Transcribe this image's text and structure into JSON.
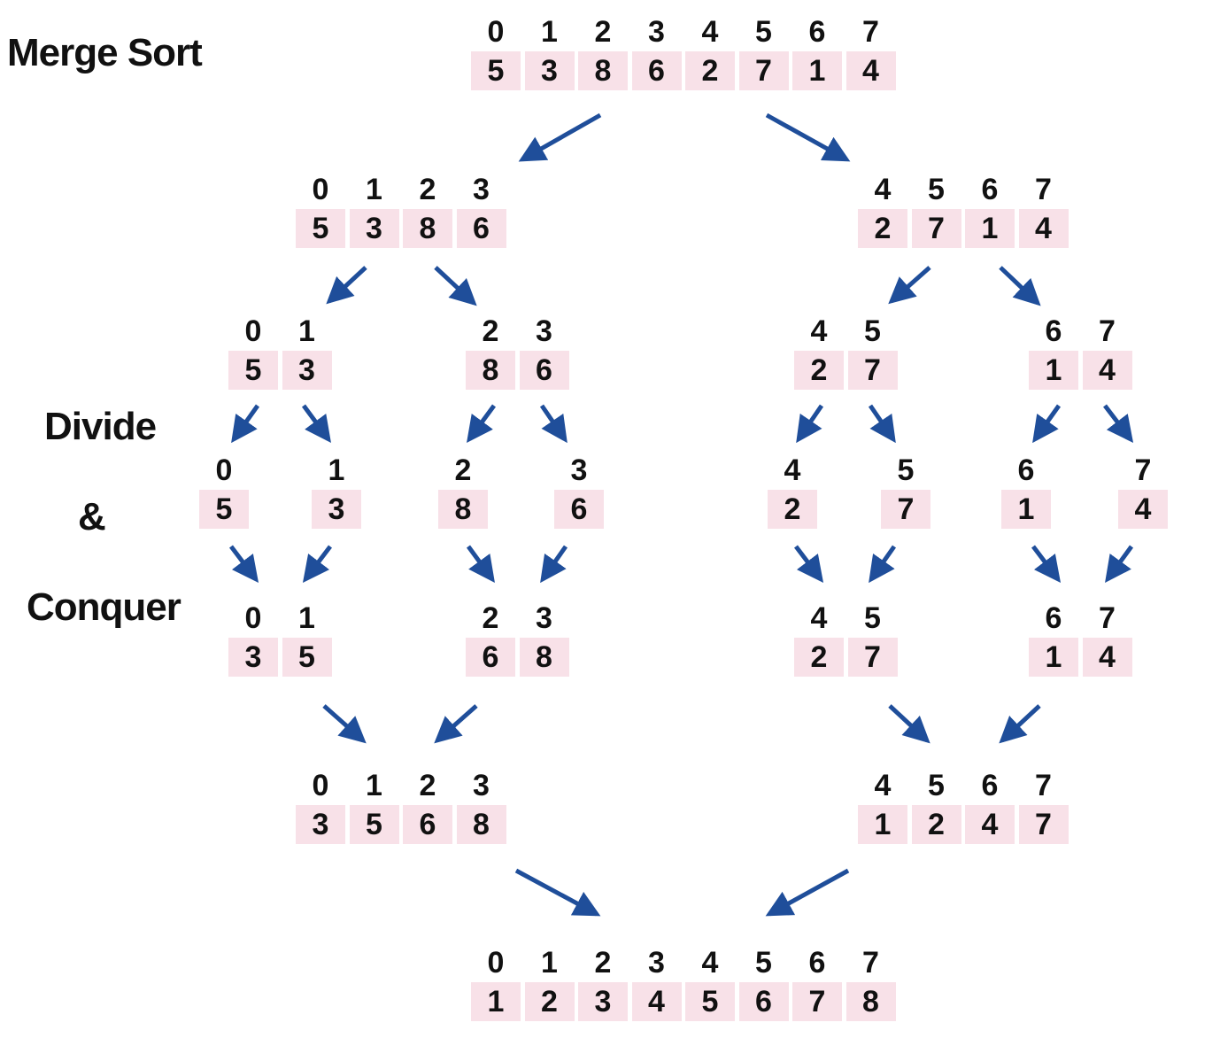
{
  "title": "Merge Sort",
  "side_label": [
    "Divide",
    "&",
    "Conquer"
  ],
  "arrow_color": "#1f4e9a",
  "cell_color": "#f8e1e8",
  "arrays": [
    {
      "id": "root",
      "indices": [
        "0",
        "1",
        "2",
        "3",
        "4",
        "5",
        "6",
        "7"
      ],
      "values": [
        "5",
        "3",
        "8",
        "6",
        "2",
        "7",
        "1",
        "4"
      ]
    },
    {
      "id": "split-left",
      "indices": [
        "0",
        "1",
        "2",
        "3"
      ],
      "values": [
        "5",
        "3",
        "8",
        "6"
      ]
    },
    {
      "id": "split-right",
      "indices": [
        "4",
        "5",
        "6",
        "7"
      ],
      "values": [
        "2",
        "7",
        "1",
        "4"
      ]
    },
    {
      "id": "split-01",
      "indices": [
        "0",
        "1"
      ],
      "values": [
        "5",
        "3"
      ]
    },
    {
      "id": "split-23",
      "indices": [
        "2",
        "3"
      ],
      "values": [
        "8",
        "6"
      ]
    },
    {
      "id": "split-45",
      "indices": [
        "4",
        "5"
      ],
      "values": [
        "2",
        "7"
      ]
    },
    {
      "id": "split-67",
      "indices": [
        "6",
        "7"
      ],
      "values": [
        "1",
        "4"
      ]
    },
    {
      "id": "leaf-0",
      "indices": [
        "0"
      ],
      "values": [
        "5"
      ]
    },
    {
      "id": "leaf-1",
      "indices": [
        "1"
      ],
      "values": [
        "3"
      ]
    },
    {
      "id": "leaf-2",
      "indices": [
        "2"
      ],
      "values": [
        "8"
      ]
    },
    {
      "id": "leaf-3",
      "indices": [
        "3"
      ],
      "values": [
        "6"
      ]
    },
    {
      "id": "leaf-4",
      "indices": [
        "4"
      ],
      "values": [
        "2"
      ]
    },
    {
      "id": "leaf-5",
      "indices": [
        "5"
      ],
      "values": [
        "7"
      ]
    },
    {
      "id": "leaf-6",
      "indices": [
        "6"
      ],
      "values": [
        "1"
      ]
    },
    {
      "id": "leaf-7",
      "indices": [
        "7"
      ],
      "values": [
        "4"
      ]
    },
    {
      "id": "merged-01",
      "indices": [
        "0",
        "1"
      ],
      "values": [
        "3",
        "5"
      ]
    },
    {
      "id": "merged-23",
      "indices": [
        "2",
        "3"
      ],
      "values": [
        "6",
        "8"
      ]
    },
    {
      "id": "merged-45",
      "indices": [
        "4",
        "5"
      ],
      "values": [
        "2",
        "7"
      ]
    },
    {
      "id": "merged-67",
      "indices": [
        "6",
        "7"
      ],
      "values": [
        "1",
        "4"
      ]
    },
    {
      "id": "merged-left",
      "indices": [
        "0",
        "1",
        "2",
        "3"
      ],
      "values": [
        "3",
        "5",
        "6",
        "8"
      ]
    },
    {
      "id": "merged-right",
      "indices": [
        "4",
        "5",
        "6",
        "7"
      ],
      "values": [
        "1",
        "2",
        "4",
        "7"
      ]
    },
    {
      "id": "result",
      "indices": [
        "0",
        "1",
        "2",
        "3",
        "4",
        "5",
        "6",
        "7"
      ],
      "values": [
        "1",
        "2",
        "3",
        "4",
        "5",
        "6",
        "7",
        "8"
      ]
    }
  ]
}
